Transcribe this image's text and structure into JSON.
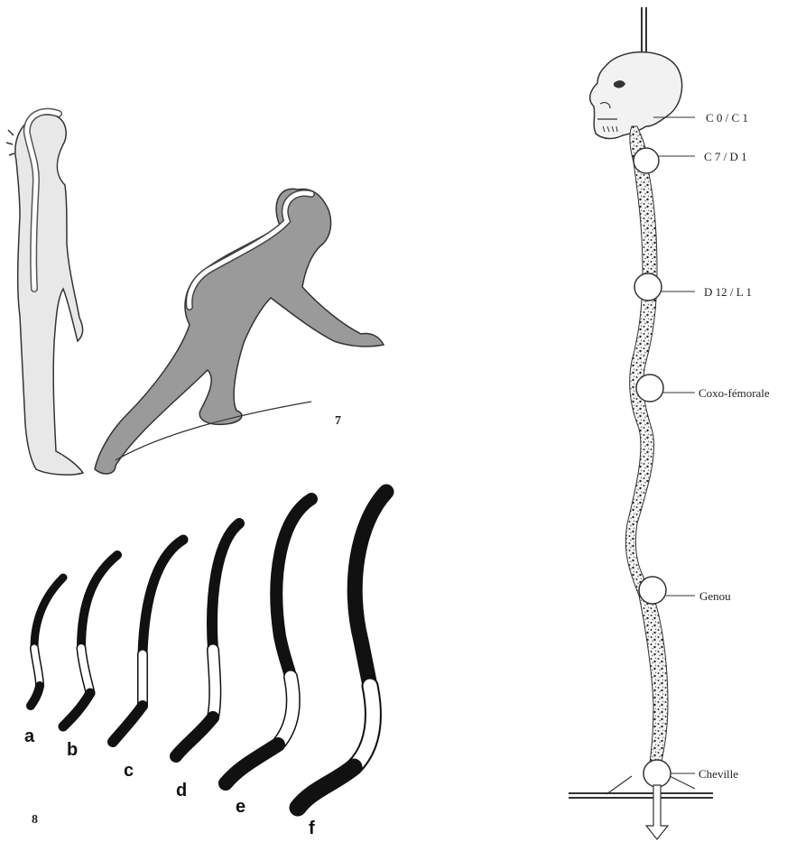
{
  "figure_numbers": {
    "fig7": "7",
    "fig8": "8"
  },
  "curve_letters": [
    "a",
    "b",
    "c",
    "d",
    "e",
    "f"
  ],
  "spine_labels": {
    "c0_c1": "C 0 / C 1",
    "c7_d1": "C 7 / D 1",
    "d12_l1": "D 12 / L 1",
    "hip": "Coxo-fémorale",
    "knee": "Genou",
    "ankle": "Cheville"
  }
}
